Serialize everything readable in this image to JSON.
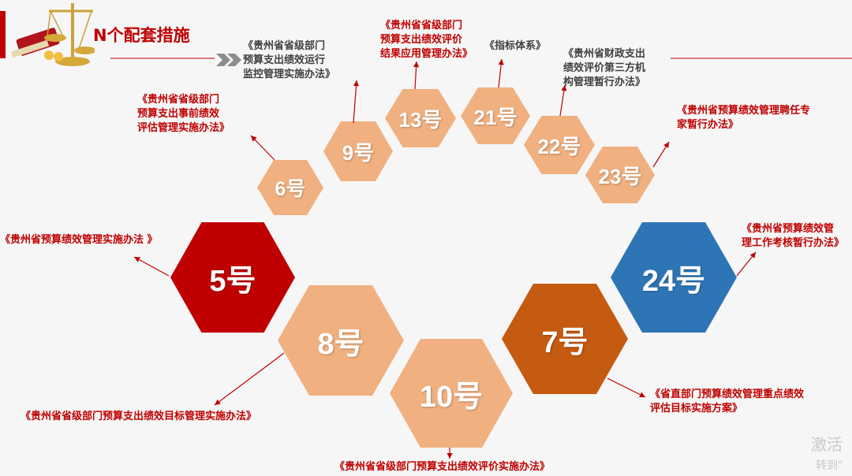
{
  "title": "N个配套措施",
  "colors": {
    "light_hex": "#f0b080",
    "red_hex": "#c00000",
    "orange_hex": "#c55a11",
    "blue_hex": "#2e75b6",
    "label_red": "#c00000",
    "label_dark": "#404040"
  },
  "hexes": {
    "h5": "5号",
    "h6": "6号",
    "h7": "7号",
    "h8": "8号",
    "h9": "9号",
    "h10": "10号",
    "h13": "13号",
    "h21": "21号",
    "h22": "22号",
    "h23": "23号",
    "h24": "24号"
  },
  "labels": {
    "l5": [
      "《贵州省预算绩效管理实施办法 》"
    ],
    "l6": [
      "《贵州省省级部门",
      "预算支出事前绩效",
      "评估管理实施办法》"
    ],
    "l9": [
      "《贵州省省级部门",
      "预算支出绩效运行",
      "监控管理实施办法》"
    ],
    "l13": [
      "《贵州省省级部门",
      "预算支出绩效评价",
      "结果应用管理办法》"
    ],
    "l21": [
      "《指标体系》"
    ],
    "l22": [
      "《贵州省财政支出",
      "绩效评价第三方机",
      "构管理暂行办法》"
    ],
    "l23": [
      "《贵州省预算绩效管理聘任专",
      "家暂行办法》"
    ],
    "l24": [
      "《贵州省预算绩效管",
      "理工作考核暂行办法》"
    ],
    "l8": [
      "《贵州省省级部门预算支出绩效目标管理实施办法》"
    ],
    "l10": [
      "《贵州省省级部门预算支出绩效评价实施办法》"
    ],
    "l7": [
      "《省直部门预算绩效管理重点绩效",
      "评估目标实施方案》"
    ]
  },
  "watermark": {
    "line1": "激活",
    "line2": "转到\""
  }
}
